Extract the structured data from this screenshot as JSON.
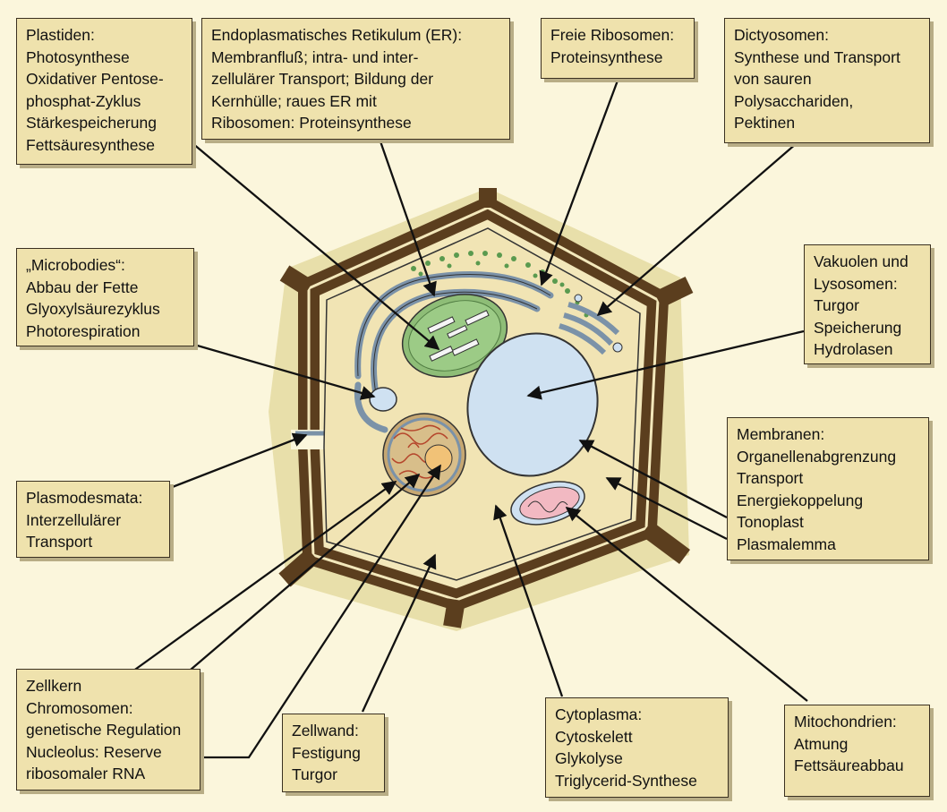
{
  "colors": {
    "background": "#fbf6dc",
    "label_box": "#efe2ad",
    "cell_wall": "#5b3e1e",
    "cytoplasm": "#f1e4b4",
    "vacuole": "#cfe1f1",
    "chloroplast": "#8ebd77",
    "mitochondrion": "#f2b9c2",
    "nucleus": "#c6a772",
    "nucleolus": "#f1c277"
  },
  "labels": {
    "plastiden": [
      "Plastiden:",
      "Photosynthese",
      "Oxidativer Pentose-",
      "phosphat-Zyklus",
      "Stärkespeicherung",
      "Fettsäuresynthese"
    ],
    "er": [
      "Endoplasmatisches Retikulum (ER):",
      "Membranfluß; intra- und inter-",
      "zellulärer Transport; Bildung der",
      "Kernhülle; raues ER mit",
      "Ribosomen: Proteinsynthese"
    ],
    "ribosomen": [
      "Freie Ribosomen:",
      "Proteinsynthese"
    ],
    "dictyosomen": [
      "Dictyosomen:",
      "Synthese und Transport",
      "von sauren",
      "Polysacchariden,",
      "Pektinen"
    ],
    "microbodies": [
      "„Microbodies“:",
      "Abbau der Fette",
      "Glyoxylsäurezyklus",
      "Photorespiration"
    ],
    "vakuolen": [
      "Vakuolen und",
      "Lysosomen:",
      "Turgor",
      "Speicherung",
      "Hydrolasen"
    ],
    "membranen": [
      "Membranen:",
      "Organellenabgrenzung",
      "Transport",
      "Energiekoppelung",
      "Tonoplast",
      "Plasmalemma"
    ],
    "plasmodesmata": [
      "Plasmodesmata:",
      "Interzellulärer",
      "Transport"
    ],
    "zellkern": [
      "Zellkern",
      "Chromosomen:",
      "genetische Regulation",
      "Nucleolus: Reserve",
      "ribosomaler RNA"
    ],
    "zellwand": [
      "Zellwand:",
      "Festigung",
      "Turgor"
    ],
    "cytoplasma": [
      "Cytoplasma:",
      "Cytoskelett",
      "Glykolyse",
      "Triglycerid-Synthese"
    ],
    "mitochondrien": [
      "Mitochondrien:",
      "Atmung",
      "Fettsäureabbau"
    ]
  }
}
